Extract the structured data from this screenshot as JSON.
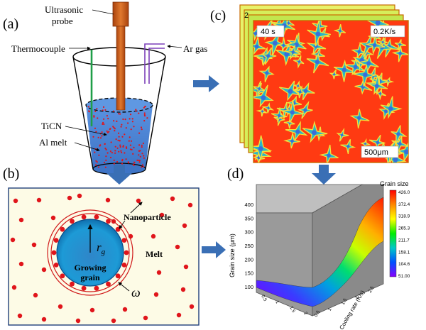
{
  "panels": {
    "a": {
      "letter": "(a)",
      "labels": {
        "ultrasonic_probe_line1": "Ultrasonic",
        "ultrasonic_probe_line2": "probe",
        "thermocouple": "Thermocouple",
        "ar_gas": "Ar gas",
        "ticn": "TiCN",
        "al_melt": "Al melt"
      }
    },
    "b": {
      "letter": "(b)",
      "labels": {
        "nanoparticle": "Nanoparticle",
        "melt": "Melt",
        "growing_line1": "Growing",
        "growing_line2": "grain",
        "r_symbol": "r",
        "r_subscript": "g",
        "omega": "ω"
      }
    },
    "c": {
      "letter": "(c)",
      "labels": {
        "time": "40  s",
        "rate": "0.2K/s",
        "scale": "500μm",
        "back_digit": "2"
      }
    },
    "d": {
      "letter": "(d)",
      "axis_z_label": "Grain size (μm)",
      "axis_y_label": "Cooling rate (K/s)",
      "z_ticks": [
        "100",
        "150",
        "200",
        "250",
        "300",
        "350",
        "400"
      ],
      "y_ticks": [
        "0.5",
        "1",
        "1.5",
        "2",
        "2.5"
      ],
      "x_ticks": [
        "0.5",
        "1",
        "1.5",
        "2"
      ],
      "colorbar": {
        "title": "Grain size",
        "ticks": [
          "426.0",
          "372.4",
          "318.9",
          "265.3",
          "211.7",
          "158.1",
          "104.6",
          "51.00"
        ]
      },
      "colors": {
        "bar_stops": [
          "#ff0000",
          "#ff8800",
          "#ffff00",
          "#00ee00",
          "#00c8c8",
          "#0050ff",
          "#8800ff"
        ],
        "box_fill": "#8a8a8a"
      }
    }
  },
  "colors": {
    "arrow": "#3a6fb5",
    "panel_b_bg": "#fdfbe6",
    "particle": "#e0151b",
    "melt_blue": "#4b84d6"
  }
}
